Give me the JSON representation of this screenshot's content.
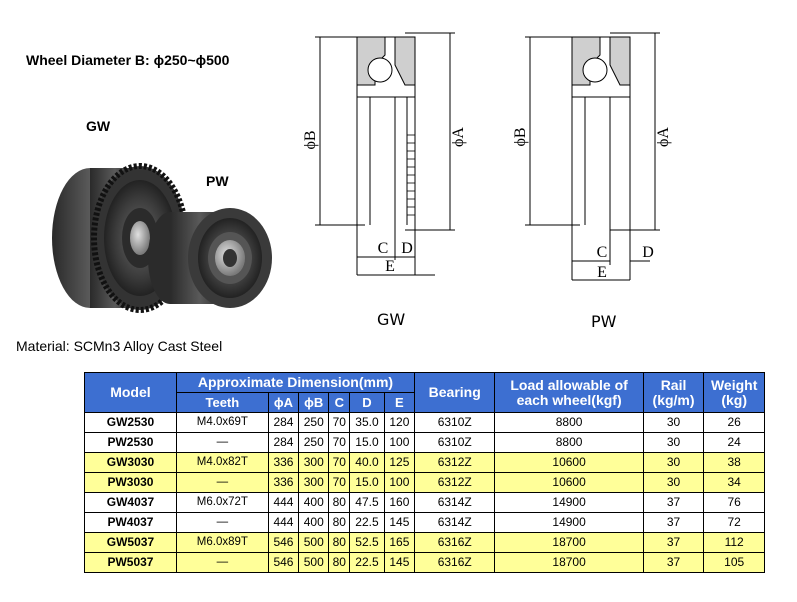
{
  "header": {
    "wheel_diameter": "Wheel Diameter B: ϕ250~ϕ500"
  },
  "photos": {
    "gw_label": "GW",
    "pw_label": "PW"
  },
  "drawings": {
    "gw": {
      "caption": "GW",
      "labels": {
        "phiB": "ϕB",
        "phiA": "ϕA",
        "C": "C",
        "D": "D",
        "E": "E"
      }
    },
    "pw": {
      "caption": "PW",
      "labels": {
        "phiB": "ϕB",
        "phiA": "ϕA",
        "C": "C",
        "D": "D",
        "E": "E"
      }
    }
  },
  "material": "Material: SCMn3 Alloy Cast Steel",
  "table": {
    "headers": {
      "model": "Model",
      "approx": "Approximate Dimension(mm)",
      "bearing": "Bearing",
      "load": "Load allowable of each wheel(kgf)",
      "rail": "Rail (kg/m)",
      "weight": "Weight (kg)",
      "teeth": "Teeth",
      "a": "ϕA",
      "b": "ϕB",
      "c": "C",
      "d": "D",
      "e": "E"
    },
    "rows": [
      {
        "model": "GW2530",
        "teeth": "M4.0x69T",
        "a": "284",
        "b": "250",
        "c": "70",
        "d": "35.0",
        "e": "120",
        "bearing": "6310Z",
        "load": "8800",
        "rail": "30",
        "weight": "26"
      },
      {
        "model": "PW2530",
        "teeth": "—",
        "a": "284",
        "b": "250",
        "c": "70",
        "d": "15.0",
        "e": "100",
        "bearing": "6310Z",
        "load": "8800",
        "rail": "30",
        "weight": "24"
      },
      {
        "model": "GW3030",
        "teeth": "M4.0x82T",
        "a": "336",
        "b": "300",
        "c": "70",
        "d": "40.0",
        "e": "125",
        "bearing": "6312Z",
        "load": "10600",
        "rail": "30",
        "weight": "38"
      },
      {
        "model": "PW3030",
        "teeth": "—",
        "a": "336",
        "b": "300",
        "c": "70",
        "d": "15.0",
        "e": "100",
        "bearing": "6312Z",
        "load": "10600",
        "rail": "30",
        "weight": "34"
      },
      {
        "model": "GW4037",
        "teeth": "M6.0x72T",
        "a": "444",
        "b": "400",
        "c": "80",
        "d": "47.5",
        "e": "160",
        "bearing": "6314Z",
        "load": "14900",
        "rail": "37",
        "weight": "76"
      },
      {
        "model": "PW4037",
        "teeth": "—",
        "a": "444",
        "b": "400",
        "c": "80",
        "d": "22.5",
        "e": "145",
        "bearing": "6314Z",
        "load": "14900",
        "rail": "37",
        "weight": "72"
      },
      {
        "model": "GW5037",
        "teeth": "M6.0x89T",
        "a": "546",
        "b": "500",
        "c": "80",
        "d": "52.5",
        "e": "165",
        "bearing": "6316Z",
        "load": "18700",
        "rail": "37",
        "weight": "112"
      },
      {
        "model": "PW5037",
        "teeth": "—",
        "a": "546",
        "b": "500",
        "c": "80",
        "d": "22.5",
        "e": "145",
        "bearing": "6316Z",
        "load": "18700",
        "rail": "37",
        "weight": "105"
      }
    ]
  },
  "colors": {
    "header_bg": "#3d6fd1",
    "highlight_row": "#ffff99"
  }
}
